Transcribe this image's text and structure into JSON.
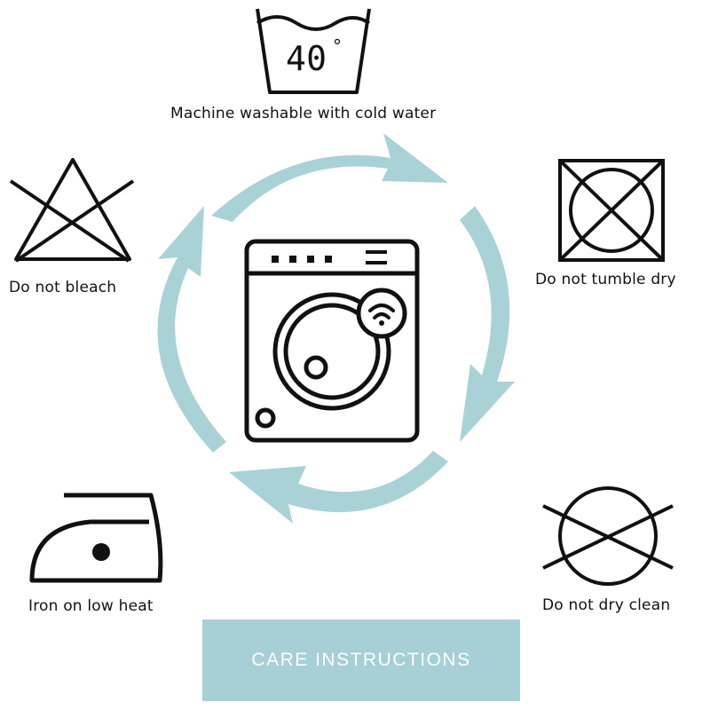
{
  "banner": {
    "text": "CARE INSTRUCTIONS"
  },
  "symbols": {
    "wash": {
      "temperature": "40",
      "degree": "°",
      "label": "Machine washable with cold water"
    },
    "bleach": {
      "label": "Do not bleach"
    },
    "tumble_dry": {
      "label": "Do not tumble dry"
    },
    "iron": {
      "label": "Iron on low heat"
    },
    "dry_clean": {
      "label": "Do not dry clean"
    }
  },
  "colors": {
    "cycle_arrows": "#a9d2d6",
    "banner_bg": "#a6d0d5",
    "icon_stroke": "#111111"
  },
  "icons": {
    "center": "washing-machine-icon",
    "cycle": "cycle-arrows-icon"
  }
}
